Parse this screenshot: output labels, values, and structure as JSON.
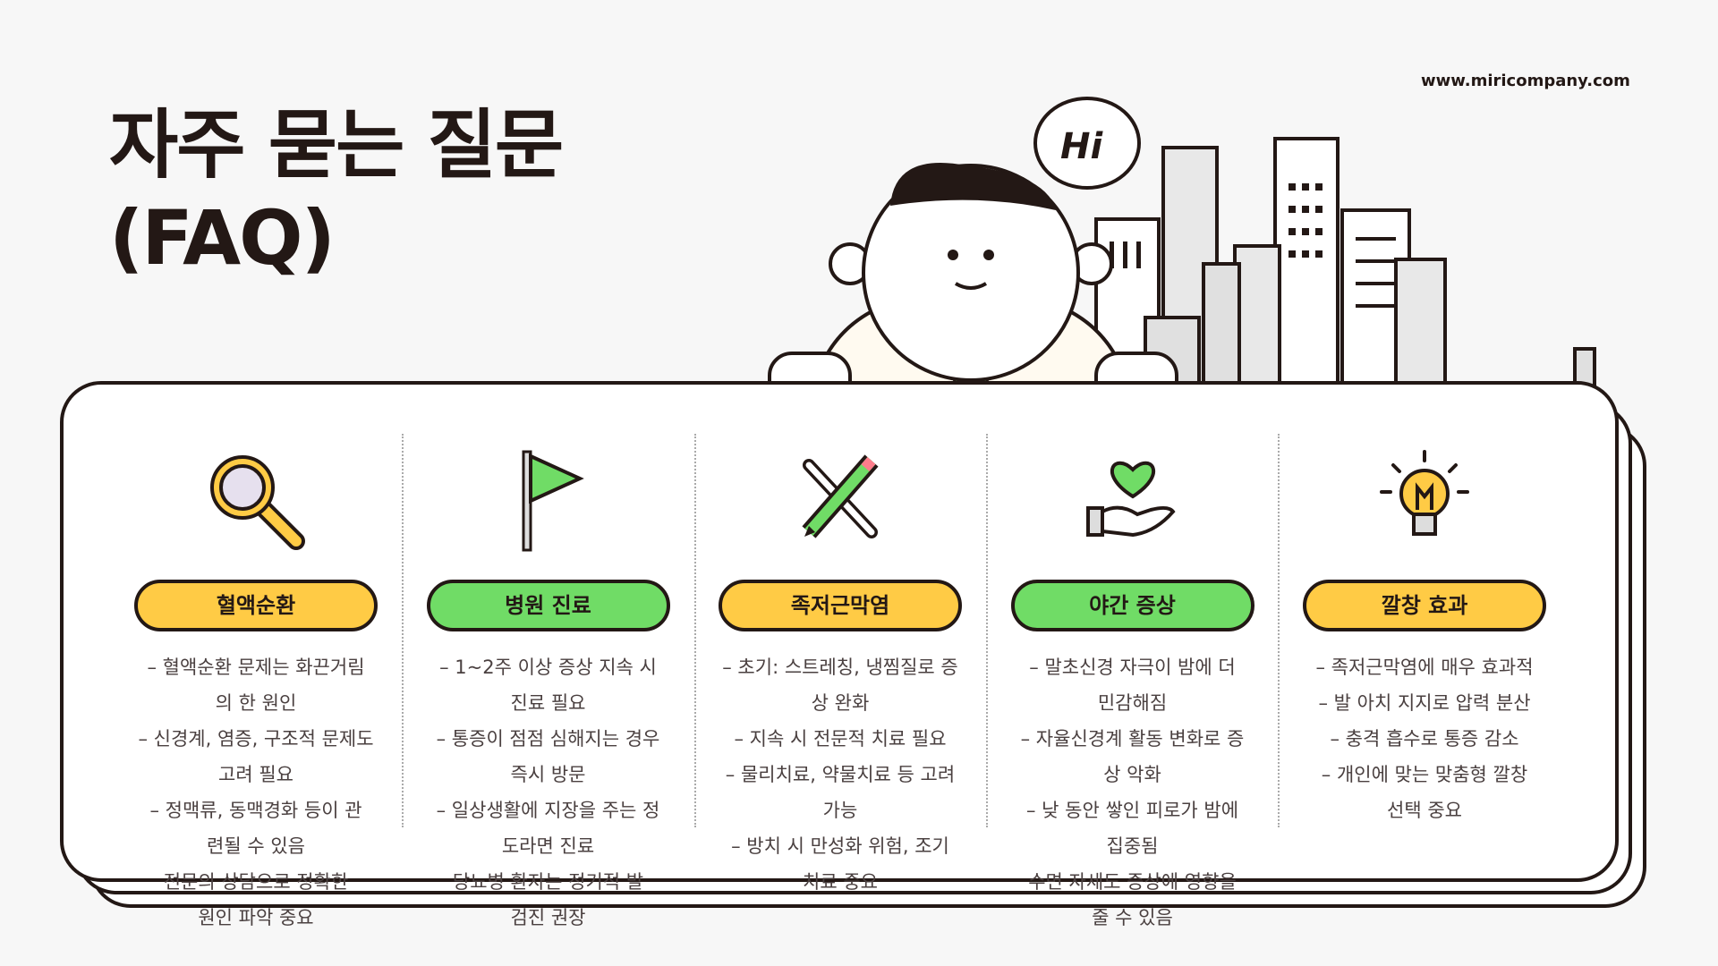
{
  "header": {
    "title_line1": "자주 묻는 질문",
    "title_line2": "(FAQ)",
    "url": "www.miricompany.com",
    "greeting": "Hi"
  },
  "colors": {
    "yellow": "#ffcb45",
    "green": "#70dc66",
    "ink": "#231815"
  },
  "columns": [
    {
      "icon": "magnifier-icon",
      "label": "혈액순환",
      "color": "#ffcb45",
      "lines": [
        "– 혈액순환 문제는 화끈거림",
        "의 한 원인",
        "– 신경계, 염증, 구조적 문제도",
        "고려 필요",
        "– 정맥류, 동맥경화 등이 관",
        "련될 수 있음",
        "전문의 상담으로 정확한",
        "원인 파악 중요"
      ]
    },
    {
      "icon": "flag-icon",
      "label": "병원 진료",
      "color": "#70dc66",
      "lines": [
        "– 1~2주 이상 증상 지속 시",
        "진료 필요",
        "– 통증이 점점 심해지는 경우",
        "즉시 방문",
        "– 일상생활에 지장을 주는 정",
        "도라면 진료",
        "당뇨병 환자는 정기적 발",
        "검진 권장"
      ]
    },
    {
      "icon": "tools-icon",
      "label": "족저근막염",
      "color": "#ffcb45",
      "lines": [
        "– 초기: 스트레칭, 냉찜질로 증",
        "상 완화",
        "– 지속 시 전문적 치료 필요",
        "– 물리치료, 약물치료 등 고려",
        "가능",
        "– 방치 시 만성화 위험, 조기",
        "치료 중요"
      ]
    },
    {
      "icon": "heart-hand-icon",
      "label": "야간 증상",
      "color": "#70dc66",
      "lines": [
        "– 말초신경 자극이 밤에 더",
        "민감해짐",
        "– 자율신경계 활동 변화로 증",
        "상 악화",
        "– 낮 동안 쌓인 피로가 밤에",
        "집중됨",
        "수면 자세도 증상에 영향을",
        "줄 수 있음"
      ]
    },
    {
      "icon": "lightbulb-icon",
      "label": "깔창 효과",
      "color": "#ffcb45",
      "lines": [
        "– 족저근막염에 매우 효과적",
        "– 발 아치 지지로 압력 분산",
        "– 충격 흡수로 통증 감소",
        "– 개인에 맞는 맞춤형 깔창",
        "선택 중요"
      ]
    }
  ]
}
